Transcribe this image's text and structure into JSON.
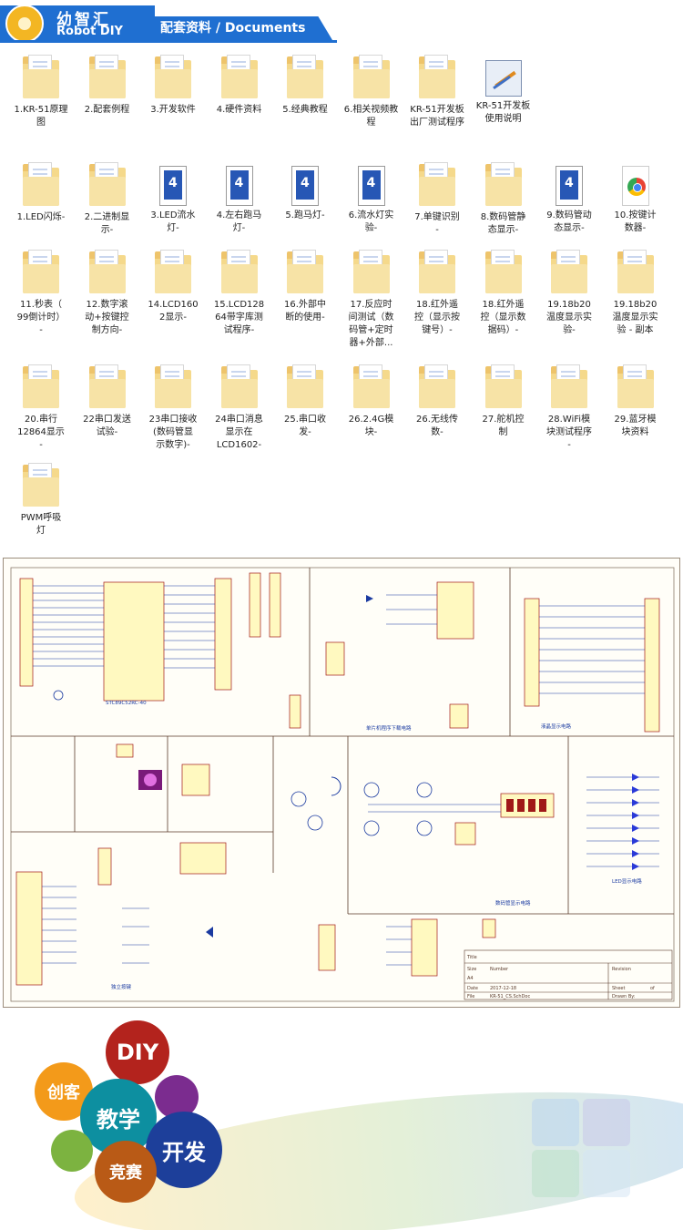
{
  "header": {
    "brand_cn": "幼智汇",
    "brand_en": "Robot DIY",
    "section_title": "配套资料 / Documents"
  },
  "files": [
    {
      "label": "1.KR-51原理\n图",
      "icon": "folder-icon"
    },
    {
      "label": "2.配套例程",
      "icon": "folder-icon"
    },
    {
      "label": "3.开发软件",
      "icon": "folder-icon"
    },
    {
      "label": "4.硬件资料",
      "icon": "folder-icon"
    },
    {
      "label": "5.经典教程",
      "icon": "folder-icon"
    },
    {
      "label": "6.相关视频教\n程",
      "icon": "folder-icon"
    },
    {
      "label": "KR-51开发板\n出厂测试程序",
      "icon": "folder-icon"
    },
    {
      "label": "KR-51开发板\n使用说明",
      "icon": "document-icon"
    },
    {
      "label": "1.LED闪烁-",
      "icon": "folder-icon"
    },
    {
      "label": "2.二进制显\n示-",
      "icon": "folder-icon"
    },
    {
      "label": "3.LED流水\n灯-",
      "icon": "keil-project-icon"
    },
    {
      "label": "4.左右跑马\n灯-",
      "icon": "keil-project-icon"
    },
    {
      "label": "5.跑马灯-",
      "icon": "keil-project-icon"
    },
    {
      "label": "6.流水灯实\n验-",
      "icon": "keil-project-icon"
    },
    {
      "label": "7.单键识别\n-",
      "icon": "folder-icon"
    },
    {
      "label": "8.数码管静\n态显示-",
      "icon": "folder-icon"
    },
    {
      "label": "9.数码管动\n态显示-",
      "icon": "keil-project-icon"
    },
    {
      "label": "10.按键计\n数器-",
      "icon": "chrome-icon"
    },
    {
      "label": "11.秒表（\n99倒计时）\n-",
      "icon": "folder-icon"
    },
    {
      "label": "12.数字滚\n动+按键控\n制方向-",
      "icon": "folder-icon"
    },
    {
      "label": "14.LCD160\n2显示-",
      "icon": "folder-icon"
    },
    {
      "label": "15.LCD128\n64带字库测\n试程序-",
      "icon": "folder-icon"
    },
    {
      "label": "16.外部中\n断的使用-",
      "icon": "folder-icon"
    },
    {
      "label": "17.反应时\n间测试（数\n码管+定时\n器+外部...",
      "icon": "folder-icon"
    },
    {
      "label": "18.红外遥\n控（显示按\n键号）-",
      "icon": "folder-icon"
    },
    {
      "label": "18.红外遥\n控（显示数\n据码）-",
      "icon": "folder-icon"
    },
    {
      "label": "19.18b20\n温度显示实\n验-",
      "icon": "folder-icon"
    },
    {
      "label": "19.18b20\n温度显示实\n验 - 副本",
      "icon": "folder-icon"
    },
    {
      "label": "20.串行\n12864显示\n-",
      "icon": "folder-icon"
    },
    {
      "label": "22串口发送\n试验-",
      "icon": "folder-icon"
    },
    {
      "label": "23串口接收\n(数码管显\n示数字)-",
      "icon": "folder-icon"
    },
    {
      "label": "24串口消息\n显示在\nLCD1602-",
      "icon": "folder-icon"
    },
    {
      "label": "25.串口收\n发-",
      "icon": "folder-icon"
    },
    {
      "label": "26.2.4G模\n块-",
      "icon": "folder-icon"
    },
    {
      "label": "26.无线传\n数-",
      "icon": "folder-icon"
    },
    {
      "label": "27.舵机控\n制",
      "icon": "folder-icon"
    },
    {
      "label": "28.WiFi模\n块测试程序\n-",
      "icon": "folder-icon"
    },
    {
      "label": "29.蓝牙模\n块资料",
      "icon": "folder-icon"
    },
    {
      "label": "PWM呼吸\n灯",
      "icon": "folder-icon"
    }
  ],
  "schematic": {
    "labels": {
      "usb": "单片机程序下载电路",
      "lcd": "液晶显示电路",
      "seg": "数码管显示电路",
      "led": "LED显示电路",
      "keys": "独立按键",
      "chip": "STC89C52RC-40",
      "title_label": "Title",
      "size_label": "Size",
      "a4": "A4",
      "date_label": "Date",
      "file_label": "File",
      "number_label": "Number",
      "revision_label": "Revision",
      "sheet_label": "Sheet",
      "of_label": "of",
      "drawn_label": "Drawn By:",
      "date_value": "2017-12-18",
      "file_value": "KR-51_CS.SchDoc"
    }
  },
  "banner": {
    "bubbles": [
      "DIY",
      "创客",
      "教学",
      "开发",
      "竞赛"
    ],
    "colors": {
      "diy": "#b3231d",
      "maker": "#f39a1a",
      "teach": "#0d8fa0",
      "develop": "#1d3f9a",
      "compete": "#b95a16",
      "purple": "#7b2c8f",
      "green": "#7cb340"
    }
  }
}
